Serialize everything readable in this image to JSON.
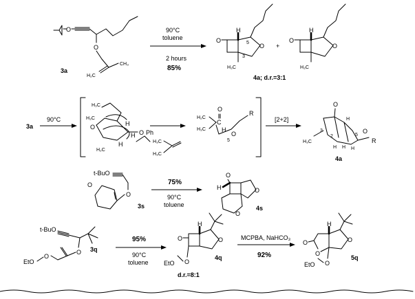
{
  "row1": {
    "reactant_label": "3a",
    "reactant_atoms": {
      "tbuo": "O",
      "ether_o": "O",
      "methyl": "CH₃",
      "h2c": "H₂C"
    },
    "conditions": {
      "temperature": "90°C",
      "solvent": "toluene",
      "time": "2 hours",
      "yield": "85%"
    },
    "plus": "+",
    "product_label": "4a; d.r.=3:1",
    "product_atoms": {
      "o_carbonyl": "O",
      "o_ring": "O",
      "h": "H",
      "h3c": "H₃C",
      "num5": "5",
      "num3": "3"
    }
  },
  "row2": {
    "start_label": "3a",
    "arrow_label": "90°C",
    "ts_atoms": {
      "h3c_top": "H₃C",
      "h3c_left": "H₃C",
      "h": "H",
      "o": "O",
      "ph": "Ph",
      "h2c": "H₂C"
    },
    "byproduct": {
      "h3c_a": "H₃C",
      "h3c_b": "H₃C"
    },
    "int_atoms": {
      "h2c": "H₂C",
      "h3c": "H₃C",
      "o_top": "O",
      "c": "C",
      "h": "H",
      "o_ring": "O",
      "r": "R",
      "num5": "5"
    },
    "step_label": "[2+2]",
    "product_label": "4a",
    "product_atoms": {
      "o": "O",
      "h3c": "H₃C",
      "num3": "3",
      "num2": "2",
      "num5": "5",
      "h": "H",
      "r": "R"
    }
  },
  "row3": {
    "reactant_atoms": {
      "tbuo": "t-BuO",
      "o": "O"
    },
    "reactant_label": "3s",
    "yield": "75%",
    "conditions": {
      "temperature": "90°C",
      "solvent": "toluene"
    },
    "product_atoms": {
      "o": "O",
      "h": "H"
    },
    "product_label": "4s"
  },
  "row4": {
    "reactant_atoms": {
      "tbuo": "t-BuO",
      "eto": "EtO",
      "o": "O"
    },
    "reactant_label": "3q",
    "yield1": "95%",
    "conditions1": {
      "temperature": "90°C",
      "solvent": "toluene"
    },
    "intermediate_atoms": {
      "o": "O",
      "h": "H",
      "eto": "EtO"
    },
    "intermediate_label": "4q",
    "dr": "d.r.=8:1",
    "reagents2": "MCPBA, NaHCO₃",
    "yield2": "92%",
    "product_atoms": {
      "o": "O",
      "h": "H",
      "eto": "EtO"
    },
    "product_label": "5q"
  }
}
